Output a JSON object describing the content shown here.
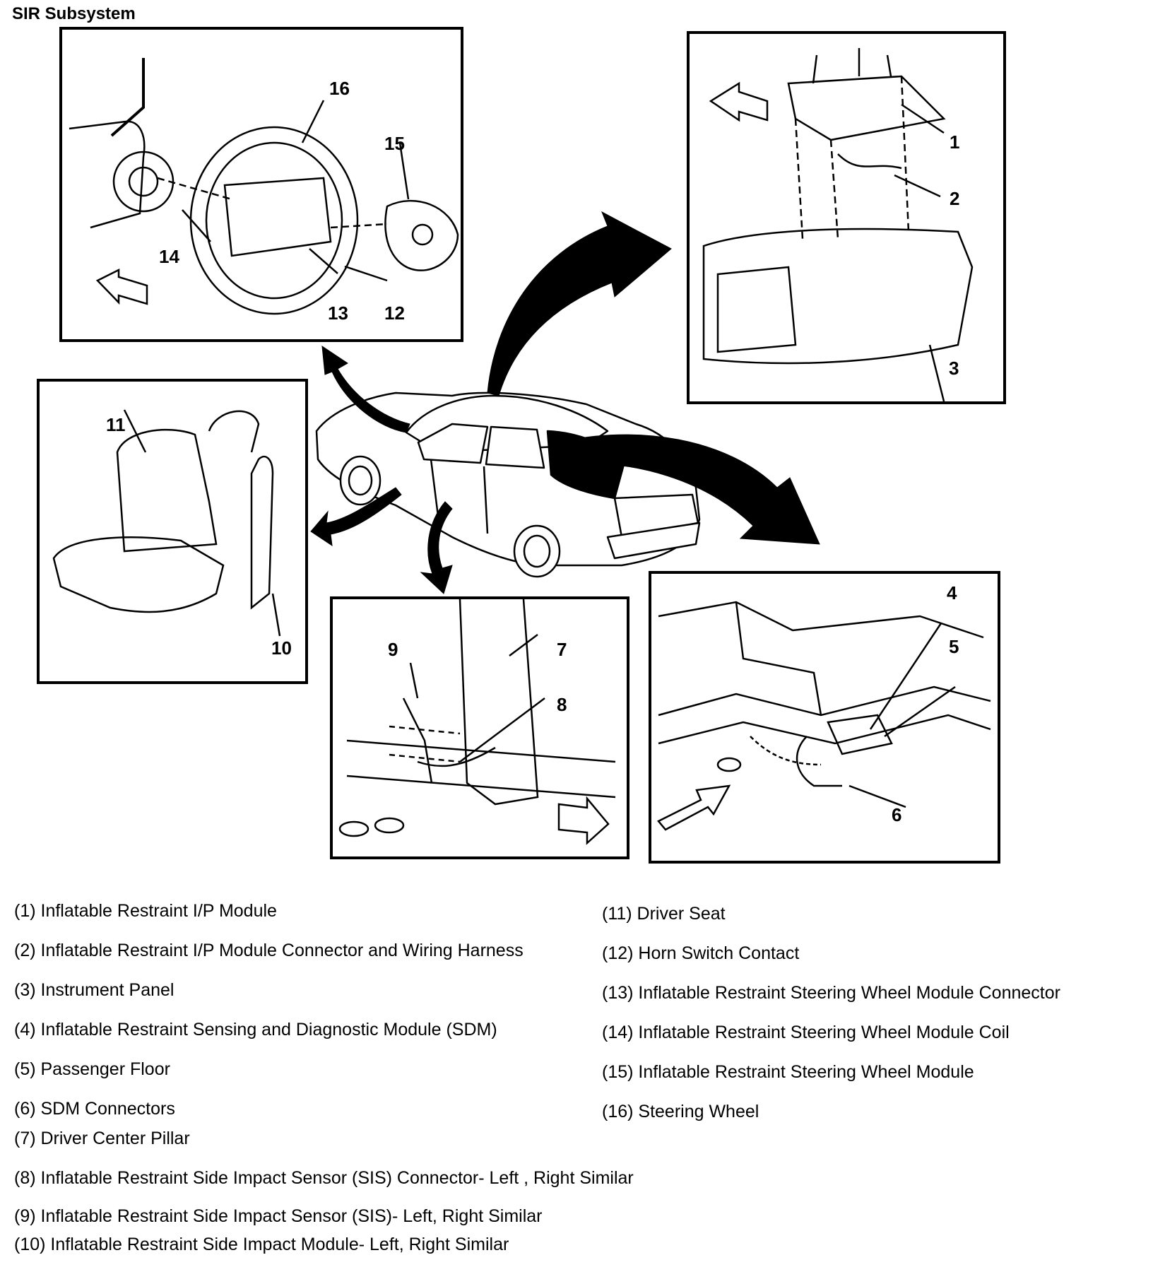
{
  "title": "SIR Subsystem",
  "callouts": [
    "1",
    "2",
    "3",
    "4",
    "5",
    "6",
    "7",
    "8",
    "9",
    "10",
    "11",
    "12",
    "13",
    "14",
    "15",
    "16"
  ],
  "legend": [
    "(1) Inflatable Restraint I/P Module",
    "(2) Inflatable Restraint I/P Module Connector and Wiring Harness",
    "(3) Instrument Panel",
    "(4) Inflatable Restraint Sensing and Diagnostic Module (SDM)",
    "(5) Passenger Floor",
    "(6) SDM Connectors",
    "(7) Driver Center Pillar",
    "(8) Inflatable Restraint Side Impact Sensor (SIS) Connector- Left , Right Similar",
    "(9) Inflatable Restraint Side Impact Sensor (SIS)- Left, Right Similar",
    "(10) Inflatable Restraint Side Impact Module- Left, Right Similar",
    "(11) Driver Seat",
    "(12) Horn Switch Contact",
    "(13) Inflatable Restraint Steering Wheel Module Connector",
    "(14) Inflatable Restraint Steering Wheel Module Coil",
    "(15) Inflatable Restraint Steering Wheel Module",
    "(16) Steering Wheel"
  ]
}
